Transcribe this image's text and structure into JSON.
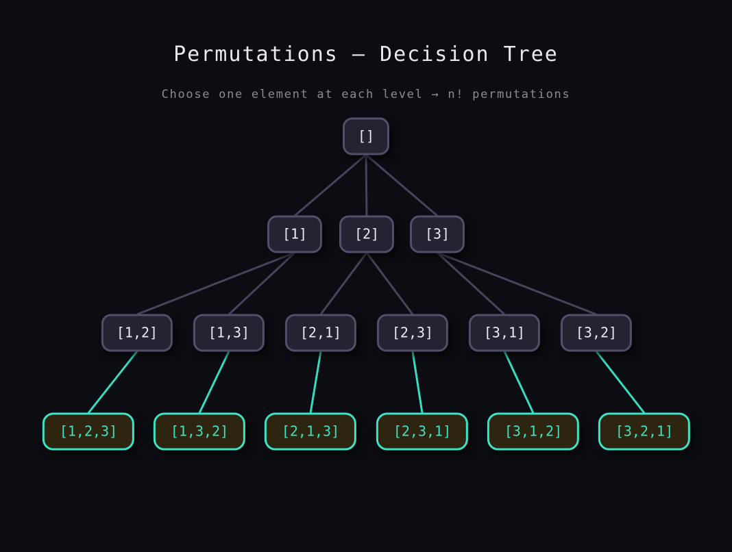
{
  "title": "Permutations — Decision Tree",
  "subtitle": "Choose one element at each level → n! permutations",
  "colors": {
    "background": "#0c0d12",
    "node_fill": "#232331",
    "node_border": "#50506a",
    "node_text": "#ebecf2",
    "edge": "#45455a",
    "leaf_fill": "#2e2510",
    "leaf_border": "#3ce3c6",
    "leaf_text": "#3ce3c6",
    "leaf_edge": "#35dfc2",
    "title_text": "#e9e9ed",
    "subtitle_text": "#8b8b96"
  },
  "tree": {
    "nodes": [
      {
        "id": "root",
        "label": "[]",
        "parent": null,
        "level": 0,
        "index": 0,
        "type": "internal"
      },
      {
        "id": "1",
        "label": "[1]",
        "parent": "root",
        "level": 1,
        "index": 0,
        "type": "internal"
      },
      {
        "id": "2",
        "label": "[2]",
        "parent": "root",
        "level": 1,
        "index": 1,
        "type": "internal"
      },
      {
        "id": "3",
        "label": "[3]",
        "parent": "root",
        "level": 1,
        "index": 2,
        "type": "internal"
      },
      {
        "id": "12",
        "label": "[1,2]",
        "parent": "1",
        "level": 2,
        "index": 0,
        "type": "internal"
      },
      {
        "id": "13",
        "label": "[1,3]",
        "parent": "1",
        "level": 2,
        "index": 1,
        "type": "internal"
      },
      {
        "id": "21",
        "label": "[2,1]",
        "parent": "2",
        "level": 2,
        "index": 2,
        "type": "internal"
      },
      {
        "id": "23",
        "label": "[2,3]",
        "parent": "2",
        "level": 2,
        "index": 3,
        "type": "internal"
      },
      {
        "id": "31",
        "label": "[3,1]",
        "parent": "3",
        "level": 2,
        "index": 4,
        "type": "internal"
      },
      {
        "id": "32",
        "label": "[3,2]",
        "parent": "3",
        "level": 2,
        "index": 5,
        "type": "internal"
      },
      {
        "id": "123",
        "label": "[1,2,3]",
        "parent": "12",
        "level": 3,
        "index": 0,
        "type": "leaf"
      },
      {
        "id": "132",
        "label": "[1,3,2]",
        "parent": "13",
        "level": 3,
        "index": 1,
        "type": "leaf"
      },
      {
        "id": "213",
        "label": "[2,1,3]",
        "parent": "21",
        "level": 3,
        "index": 2,
        "type": "leaf"
      },
      {
        "id": "231",
        "label": "[2,3,1]",
        "parent": "23",
        "level": 3,
        "index": 3,
        "type": "leaf"
      },
      {
        "id": "312",
        "label": "[3,1,2]",
        "parent": "31",
        "level": 3,
        "index": 4,
        "type": "leaf"
      },
      {
        "id": "321",
        "label": "[3,2,1]",
        "parent": "32",
        "level": 3,
        "index": 5,
        "type": "leaf"
      }
    ]
  }
}
